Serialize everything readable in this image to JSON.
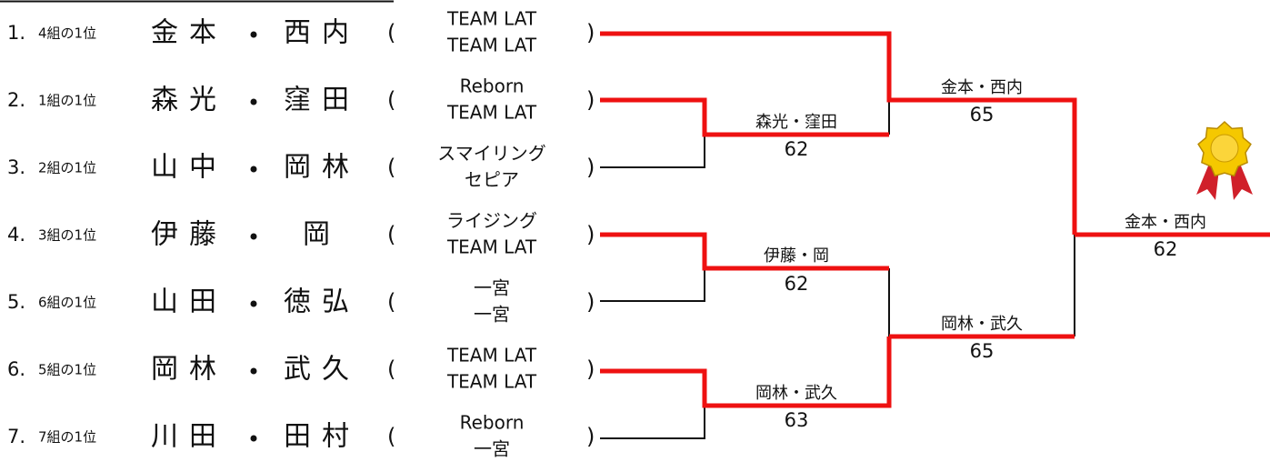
{
  "colors": {
    "winner_line": "#ee1111",
    "loser_line": "#111111",
    "medal_gold": "#f5c800",
    "ribbon": "#d0202a"
  },
  "entries": [
    {
      "seed": "1.",
      "group": "4組の1位",
      "name1": "金本",
      "name2": "西内",
      "open": "(",
      "close": ")",
      "team1": "TEAM LAT",
      "team2": "TEAM LAT"
    },
    {
      "seed": "2.",
      "group": "1組の1位",
      "name1": "森光",
      "name2": "窪田",
      "open": "(",
      "close": ")",
      "team1": "Reborn",
      "team2": "TEAM LAT"
    },
    {
      "seed": "3.",
      "group": "2組の1位",
      "name1": "山中",
      "name2": "岡林",
      "open": "(",
      "close": ")",
      "team1": "スマイリング",
      "team2": "セピア"
    },
    {
      "seed": "4.",
      "group": "3組の1位",
      "name1": "伊藤",
      "name2": "岡",
      "open": "(",
      "close": ")",
      "team1": "ライジング",
      "team2": "TEAM LAT"
    },
    {
      "seed": "5.",
      "group": "6組の1位",
      "name1": "山田",
      "name2": "徳弘",
      "open": "(",
      "close": ")",
      "team1": "一宮",
      "team2": "一宮"
    },
    {
      "seed": "6.",
      "group": "5組の1位",
      "name1": "岡林",
      "name2": "武久",
      "open": "(",
      "close": ")",
      "team1": "TEAM LAT",
      "team2": "TEAM LAT"
    },
    {
      "seed": "7.",
      "group": "7組の1位",
      "name1": "川田",
      "name2": "田村",
      "open": "(",
      "close": ")",
      "team1": "Reborn",
      "team2": "一宮"
    }
  ],
  "matches": [
    {
      "id": "r1_a",
      "winner": "森光・窪田",
      "score": "62"
    },
    {
      "id": "r1_b",
      "winner": "伊藤・岡",
      "score": "62"
    },
    {
      "id": "r1_c",
      "winner": "岡林・武久",
      "score": "63"
    },
    {
      "id": "sf_a",
      "winner": "金本・西内",
      "score": "65"
    },
    {
      "id": "sf_b",
      "winner": "岡林・武久",
      "score": "65"
    },
    {
      "id": "final",
      "winner": "金本・西内",
      "score": "62"
    }
  ],
  "champion_icon": "award-ribbon-icon"
}
